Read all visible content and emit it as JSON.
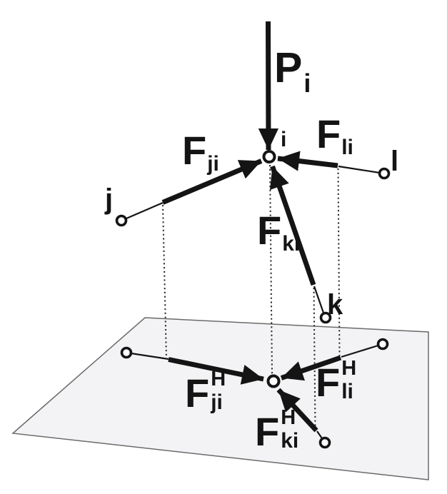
{
  "figure": {
    "type": "force-diagram",
    "background": "#ffffff",
    "ink_color": "#141414",
    "plane_fill": "#f3f3f5",
    "plane_stroke": "#6b6b6b",
    "dotted_color": "#2e2e2e",
    "labels": {
      "load": {
        "main": "P",
        "sub": "i"
      },
      "force_ji": {
        "main": "F",
        "sub": "ji"
      },
      "force_li": {
        "main": "F",
        "sub": "li"
      },
      "force_ki": {
        "main": "F",
        "sub": "ki"
      },
      "force_ji_h": {
        "main": "F",
        "sup": "H",
        "sub": "ji"
      },
      "force_li_h": {
        "main": "F",
        "sup": "H",
        "sub": "li"
      },
      "force_ki_h": {
        "main": "F",
        "sup": "H",
        "sub": "ki"
      },
      "node_i": "i",
      "node_j": "j",
      "node_k": "k",
      "node_l": "l"
    }
  }
}
